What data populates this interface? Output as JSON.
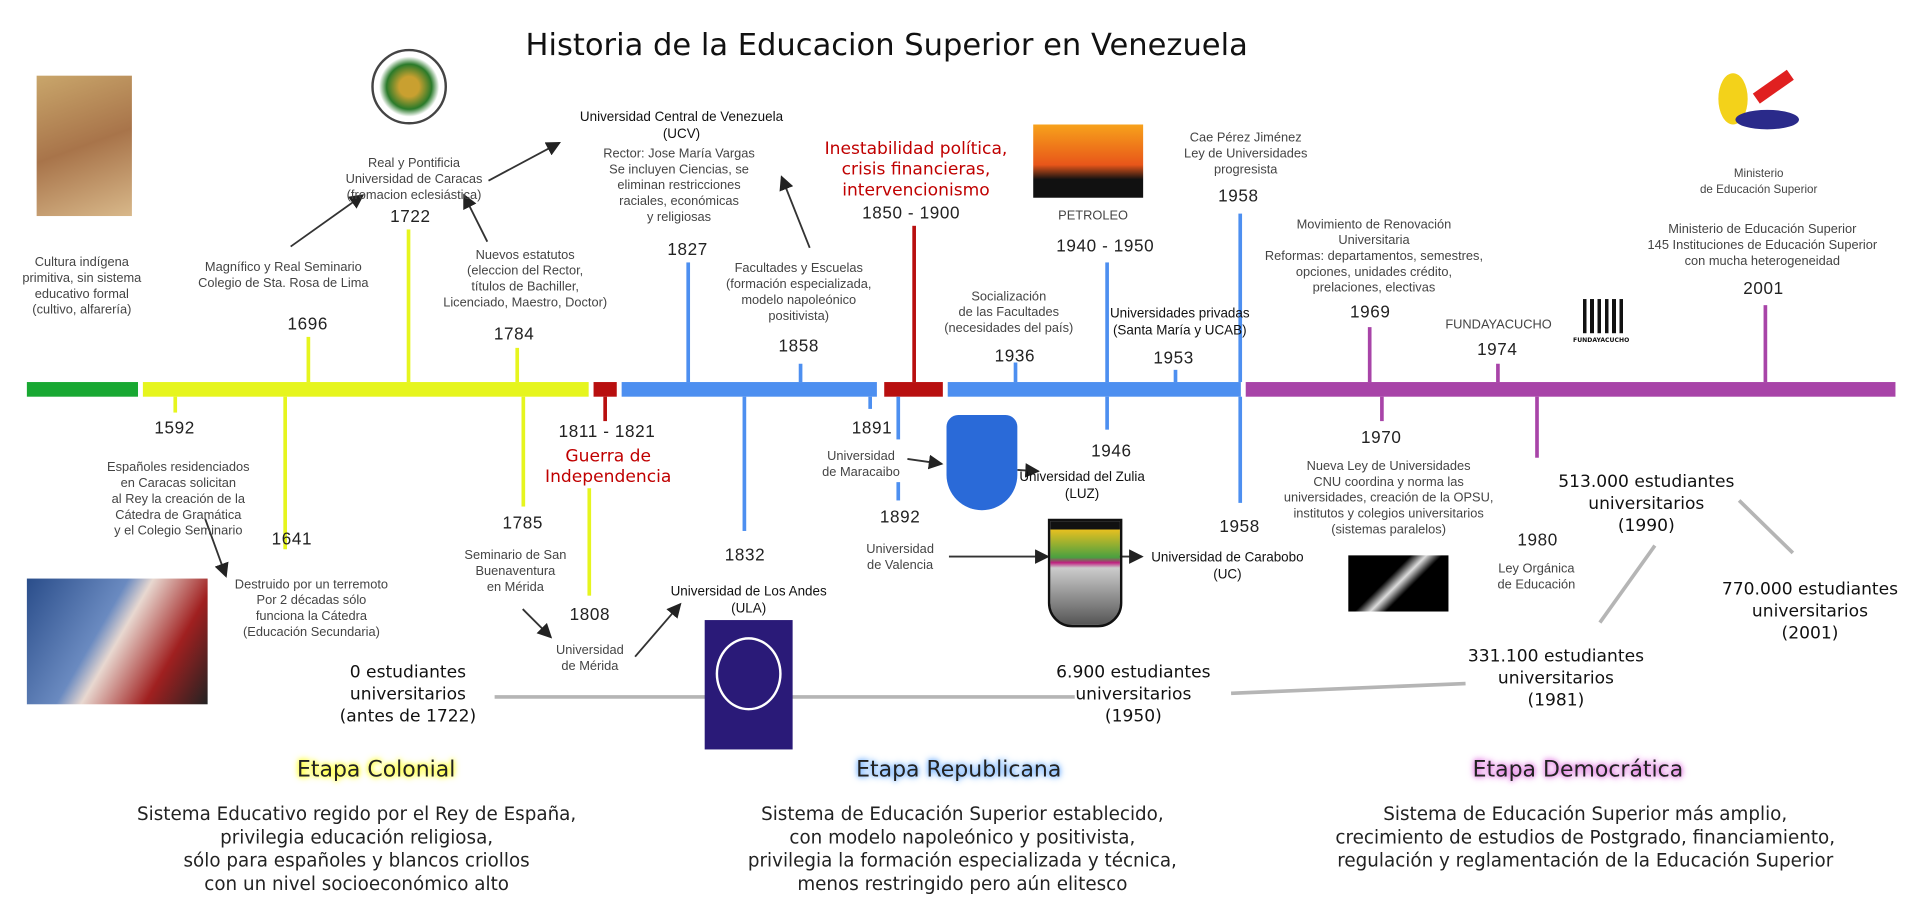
{
  "title": "Historia de la Educacion Superior en Venezuela",
  "colors": {
    "indigenous": "#18a832",
    "colonial": "#e6f51e",
    "war": "#b80f0f",
    "republican": "#4d8ff0",
    "democratic": "#a844a8",
    "gray_line": "#b0b0b0"
  },
  "events_above": {
    "y1696": "1696",
    "t1696": [
      "Magnífico y Real Seminario",
      "Colegio de Sta. Rosa de Lima"
    ],
    "y1722": "1722",
    "t1722": [
      "Real y Pontificia",
      "Universidad de Caracas",
      "(fromacion eclesiástica)"
    ],
    "y1784": "1784",
    "t1784": [
      "Nuevos estatutos",
      "(eleccion del Rector,",
      "títulos de Bachiller,",
      "Licenciado, Maestro, Doctor)"
    ],
    "ucv": [
      "Universidad Central de Venezuela",
      "(UCV)"
    ],
    "y1827": "1827",
    "t1827": [
      "Rector: Jose María Vargas",
      "Se incluyen Ciencias, se",
      "eliminan restricciones",
      "raciales, económicas",
      "y religiosas"
    ],
    "y1858": "1858",
    "t1858": [
      "Facultades y Escuelas",
      "(formación especializada,",
      "modelo napoleónico",
      "positivista)"
    ],
    "y1850": "1850 - 1900",
    "t1850": [
      "Inestabilidad política,",
      "crisis financieras,",
      "intervencionismo"
    ],
    "y1936": "1936",
    "t1936": [
      "Socialización",
      "de las Facultades",
      "(necesidades del país)"
    ],
    "y1940": "1940 - 1950",
    "petroleo": "PETROLEO",
    "y1953": "1953",
    "t1953": [
      "Universidades privadas",
      "(Santa María y UCAB)"
    ],
    "y1958": "1958",
    "t1958": [
      "Cae Pérez Jiménez",
      "Ley de Universidades",
      "progresista"
    ],
    "y1969": "1969",
    "t1969": [
      "Movimiento de Renovación",
      "Universitaria",
      "Reformas: departamentos, semestres,",
      "opciones, unidades crédito,",
      "prelaciones, electivas"
    ],
    "y1974": "1974",
    "t1974": "FUNDAYACUCHO",
    "fundayacucho_logo": "FUNDAYACUCHO",
    "y2001": "2001",
    "t2001": [
      "Ministerio de Educación Superior",
      "145 Instituciones de Educación Superior",
      "con mucha heterogeneidad"
    ],
    "ministerio_logo": [
      "Ministerio",
      "de Educación Superior"
    ],
    "indigena": [
      "Cultura indígena",
      "primitiva, sin sistema",
      "educativo formal",
      "(cultivo, alfarería)"
    ]
  },
  "events_below": {
    "y1592": "1592",
    "t1592": [
      "Españoles residenciados",
      "en Caracas solicitan",
      "al Rey la creación de la",
      "Cátedra de Gramática",
      "y el Colegio Seminario"
    ],
    "y1641": "1641",
    "t1641": [
      "Destruido por un terremoto",
      "Por 2 décadas sólo",
      "funciona la Cátedra",
      "(Educación Secundaria)"
    ],
    "y1785": "1785",
    "t1785": [
      "Seminario de San",
      "Buenaventura",
      "en Mérida"
    ],
    "y1808": "1808",
    "t1808": [
      "Universidad",
      "de Mérida"
    ],
    "y1811": "1811 - 1821",
    "t1811": [
      "Guerra de",
      "Independencia"
    ],
    "y1832": "1832",
    "ula": [
      "Universidad de Los Andes",
      "(ULA)"
    ],
    "y1891": "1891",
    "t1891": [
      "Universidad",
      "de Maracaibo"
    ],
    "luz": [
      "Universidad del Zulia",
      "(LUZ)"
    ],
    "y1946": "1946",
    "y1892": "1892",
    "t1892": [
      "Universidad",
      "de Valencia"
    ],
    "uc": [
      "Universidad de Carabobo",
      "(UC)"
    ],
    "y1958": "1958",
    "y1970": "1970",
    "t1970": [
      "Nueva Ley de Universidades",
      "CNU coordina y norma las",
      "universidades, creación de la OPSU,",
      "institutos y colegios universitarios",
      "(sistemas paralelos)"
    ],
    "y1980": "1980",
    "t1980": [
      "Ley Orgánica",
      "de Educación"
    ]
  },
  "students": [
    [
      "0 estudiantes",
      "universitarios",
      "(antes de 1722)"
    ],
    [
      "6.900 estudiantes",
      "universitarios",
      "(1950)"
    ],
    [
      "331.100 estudiantes",
      "universitarios",
      "(1981)"
    ],
    [
      "513.000 estudiantes",
      "universitarios",
      "(1990)"
    ],
    [
      "770.000 estudiantes",
      "universitarios",
      "(2001)"
    ]
  ],
  "etapas": [
    {
      "title": "Etapa Colonial",
      "desc": [
        "Sistema Educativo regido por el Rey de España,",
        "privilegia educación religiosa,",
        "sólo para españoles y blancos criollos",
        "con un nivel socioeconómico alto"
      ]
    },
    {
      "title": "Etapa Republicana",
      "desc": [
        "Sistema de Educación Superior establecido,",
        "con modelo napoleónico y positivista,",
        "privilegia la formación especializada y técnica,",
        "menos restringido pero aún elitesco"
      ]
    },
    {
      "title": "Etapa Democrática",
      "desc": [
        "Sistema de Educación Superior más amplio,",
        "crecimiento de estudios de Postgrado, financiamiento,",
        "regulación y reglamentación de la Educación Superior"
      ]
    }
  ]
}
